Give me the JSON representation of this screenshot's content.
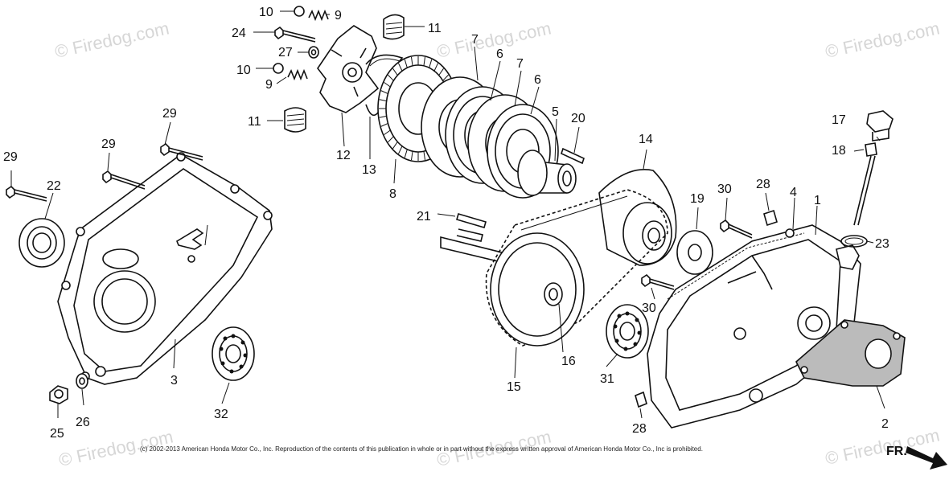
{
  "callouts": [
    "1",
    "2",
    "3",
    "4",
    "5",
    "6",
    "6",
    "7",
    "7",
    "8",
    "9",
    "9",
    "10",
    "10",
    "11",
    "11",
    "12",
    "13",
    "14",
    "15",
    "16",
    "17",
    "18",
    "19",
    "20",
    "21",
    "22",
    "23",
    "24",
    "25",
    "26",
    "27",
    "28",
    "28",
    "29",
    "29",
    "29",
    "30",
    "30",
    "31",
    "32"
  ],
  "watermark": "© Firedog.com",
  "copyright": "(c) 2002-2013 American Honda Motor Co., Inc. Reproduction of the contents of this publication in whole or in part without the express written approval of American Honda Motor Co., Inc is prohibited.",
  "front_label": "FR."
}
